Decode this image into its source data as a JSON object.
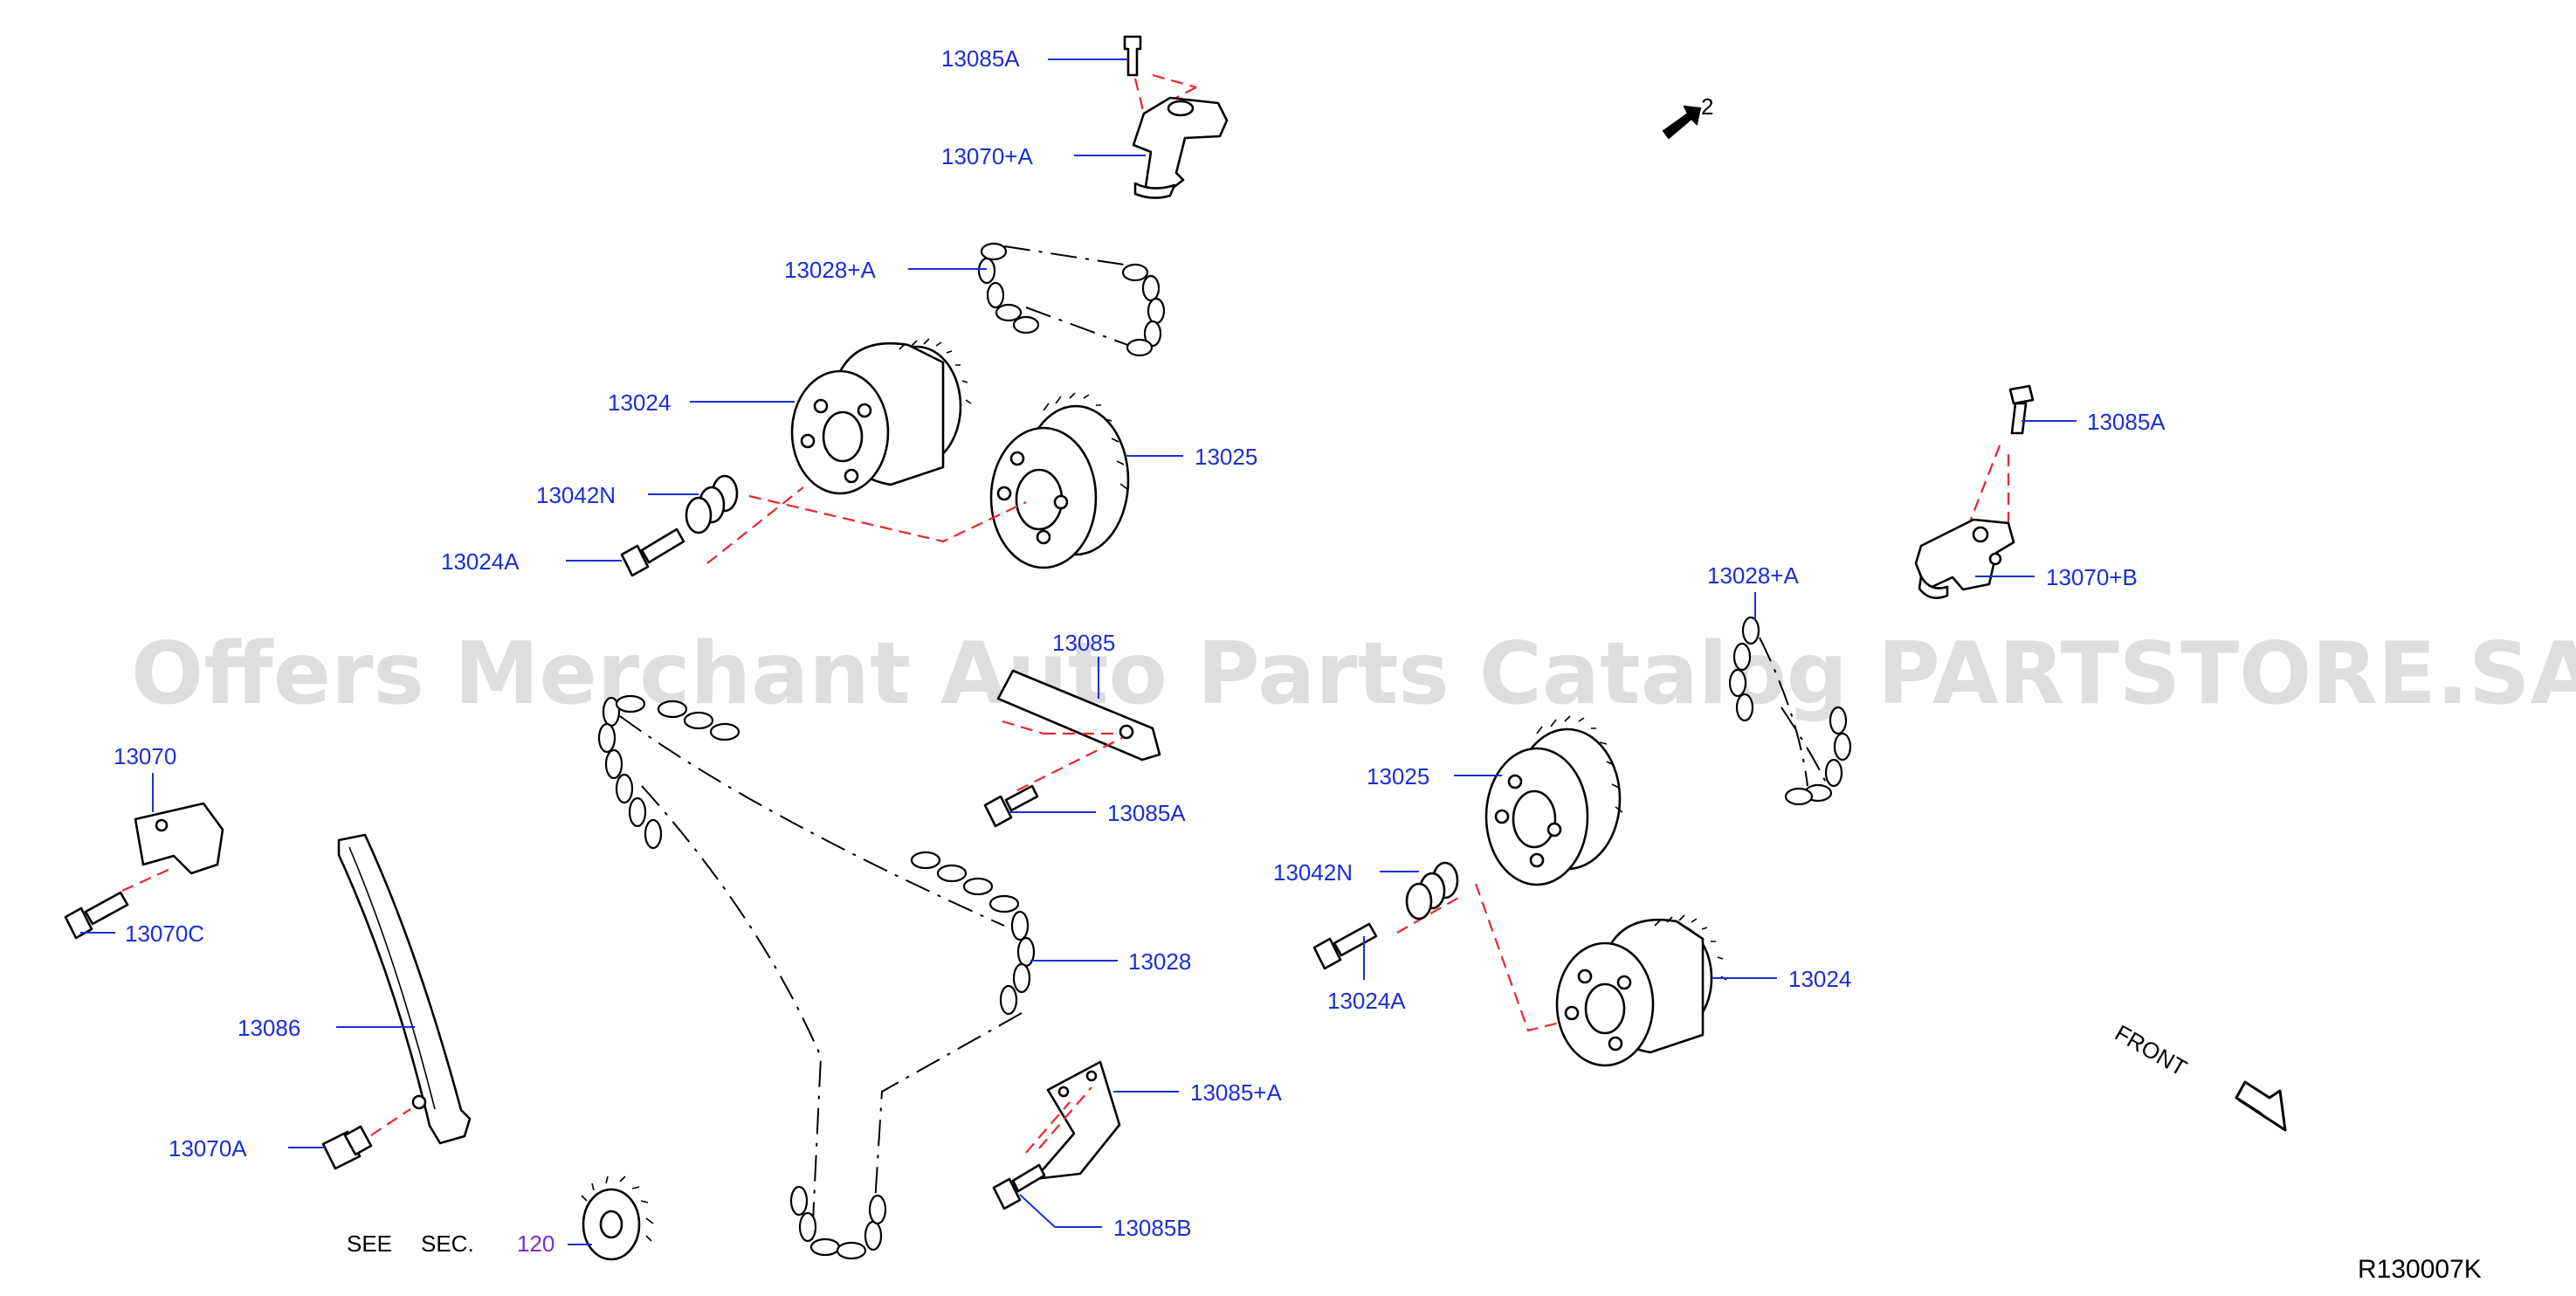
{
  "watermark": "Offers Merchant Auto Parts Catalog PARTSTORE.SA",
  "diagram_id": "R130007K",
  "view_marker": "2",
  "front_label": "FRONT",
  "see_sec": {
    "see": "SEE",
    "sec": "SEC.",
    "number": "120"
  },
  "labels": {
    "l13085A_top": "13085A",
    "l13070A_plus_top": "13070+A",
    "l13028A_plus_left": "13028+A",
    "l13024_left": "13024",
    "l13025_left": "13025",
    "l13042N_left": "13042N",
    "l13024A_left": "13024A",
    "l13085": "13085",
    "l13085A_mid": "13085A",
    "l13070": "13070",
    "l13070C": "13070C",
    "l13086": "13086",
    "l13070A": "13070A",
    "l13028": "13028",
    "l13085A_plus": "13085+A",
    "l13085B": "13085B",
    "l13085A_right": "13085A",
    "l13070B_plus": "13070+B",
    "l13028A_plus_right": "13028+A",
    "l13025_right": "13025",
    "l13042N_right": "13042N",
    "l13024A_right": "13024A",
    "l13024_right": "13024"
  },
  "colors": {
    "label": "#1a2fd6",
    "see_number": "#7a2fc8",
    "dashed_leader": "#e8262e"
  }
}
